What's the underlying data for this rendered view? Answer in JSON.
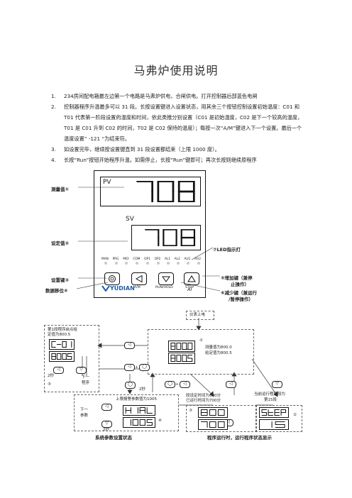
{
  "document": {
    "title": "马弗炉使用说明",
    "items": [
      {
        "num": "1.",
        "text": "234房间配电箱最左边第一个电路是马弗炉供电，合闸供电。打开控制器后部蓝色电闸"
      },
      {
        "num": "2.",
        "text": "控制器程序升温最多可以 31 段。长按设置键进入设置状态，用其余三个按钮控制设置初始温度：C01 和 T01 代表第一阶段设置的温度和时间，依此类推分别设置（C01 是初始温度，C02 是下一个较高的温度，T01 是 C01 升到 C02 的时间，T02 是 C02 保持的温度）；每按一次“A/M”键进入下一个设置。最后一个温度设置” -121 “为结束符。"
      },
      {
        "num": "3.",
        "text": "如设置完毕，继续按设置键直到 31 段设置都结束（上限 1000 度）。"
      },
      {
        "num": "4.",
        "text": "长按“Run”按钮开始程序升温。如需停止，长按”Run”键即可；再次长按则继续原程序"
      }
    ]
  },
  "device": {
    "pv_label": "PV",
    "sv_label": "SV",
    "pv_value": "708",
    "sv_value": "708",
    "leds": [
      "MAN",
      "PRG",
      "MIO",
      "COM",
      "OP1",
      "OP2",
      "AL1",
      "AL2",
      "AU1",
      "AU2"
    ],
    "keys": {
      "set_label": "",
      "am_label": "A/M",
      "run_label": "RUN/HOLD",
      "stop_label": "STOP"
    },
    "brand": "YUDIAN",
    "model": "AI",
    "colors": {
      "brand": "#1a5fa8"
    }
  },
  "callouts": {
    "measured": "测量值①",
    "setvalue": "设定值②",
    "setkey": "设置键③",
    "shift": "数据移位④",
    "increase_1": "⑤增加键（兼停",
    "increase_2": "止操作）",
    "decrease_1": "⑥减少键（兼运行",
    "decrease_2": "/暂停操作）",
    "led": "⑦LED指示灯"
  },
  "flow": {
    "power_on": "仪表上电",
    "left_box_text": [
      "第1段程序启点给",
      "定值为800.5"
    ],
    "left_lcd_top": "C-01",
    "left_lcd_bottom": "800.5",
    "left_num": "⑤",
    "left_2s": "2秒",
    "left_next_1": "下一",
    "left_next_2": "程序",
    "center_lcd_top": "800.0",
    "center_lcd_bottom": "800.5",
    "center_text": [
      "测量值为800.0",
      "给定值为800.5"
    ],
    "center_num": "①",
    "center_2s": "2秒",
    "param_box_text": "上限报警参数值为1005",
    "param_lcd_top": "HIAL",
    "param_lcd_bottom": "1005",
    "param_num": "④",
    "param_next_1": "下一",
    "param_next_2": "参数",
    "param_2s": "2秒",
    "mid_text": [
      "段设定时间为800分",
      "已运行时间为700分"
    ],
    "mid_lcd_top": "800",
    "mid_lcd_bottom": "700",
    "mid_num": "③",
    "right_text": [
      "当前运行程序段为",
      "第15段"
    ],
    "right_lcd_top": "StEP",
    "right_lcd_bottom": "15",
    "right_num": "②",
    "caption_left": "系统参数设置状态",
    "caption_right": "程序运行时，运行程序状态显示"
  }
}
